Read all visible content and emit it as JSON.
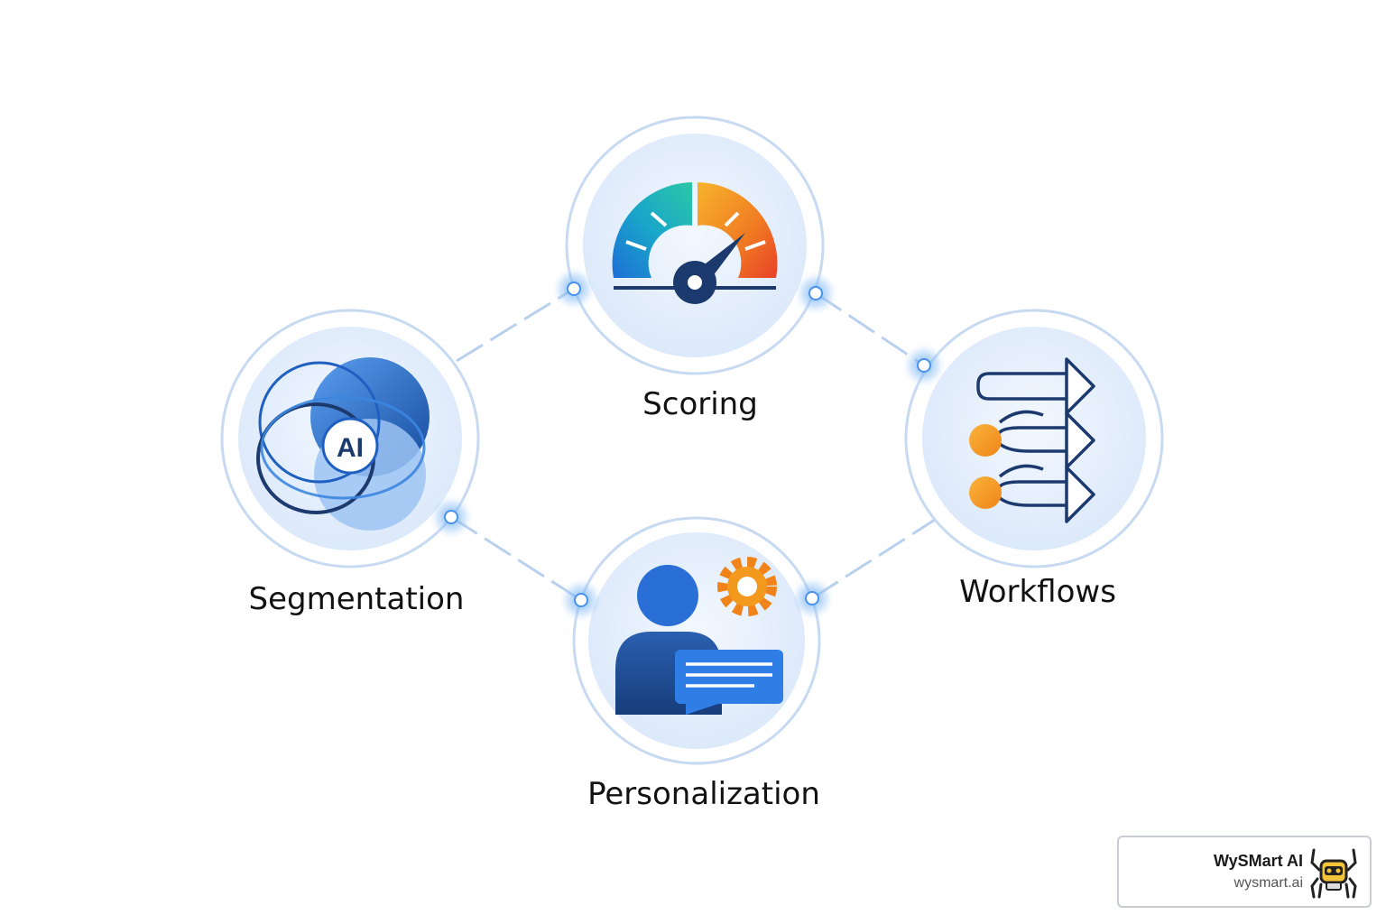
{
  "nodes": [
    {
      "id": "scoring",
      "label": "Scoring",
      "icon": "speedometer-icon"
    },
    {
      "id": "segmentation",
      "label": "Segmentation",
      "icon": "venn-ai-icon",
      "icon_text": "AI"
    },
    {
      "id": "workflows",
      "label": "Workflows",
      "icon": "workflow-arrows-icon"
    },
    {
      "id": "personalization",
      "label": "Personalization",
      "icon": "user-gear-message-icon"
    }
  ],
  "edges": [
    [
      "segmentation",
      "scoring"
    ],
    [
      "scoring",
      "workflows"
    ],
    [
      "segmentation",
      "personalization"
    ],
    [
      "personalization",
      "workflows"
    ]
  ],
  "badge": {
    "name": "WySMart AI",
    "url": "wysmart.ai",
    "logo": "robot-spider-logo"
  },
  "colors": {
    "accent_blue": "#1f6fd6",
    "navy": "#1c3a6e",
    "orange": "#f39a1e",
    "circle_fill": "#e4eefb",
    "ring": "#b9d0ee",
    "glow": "#5aa2f0"
  }
}
